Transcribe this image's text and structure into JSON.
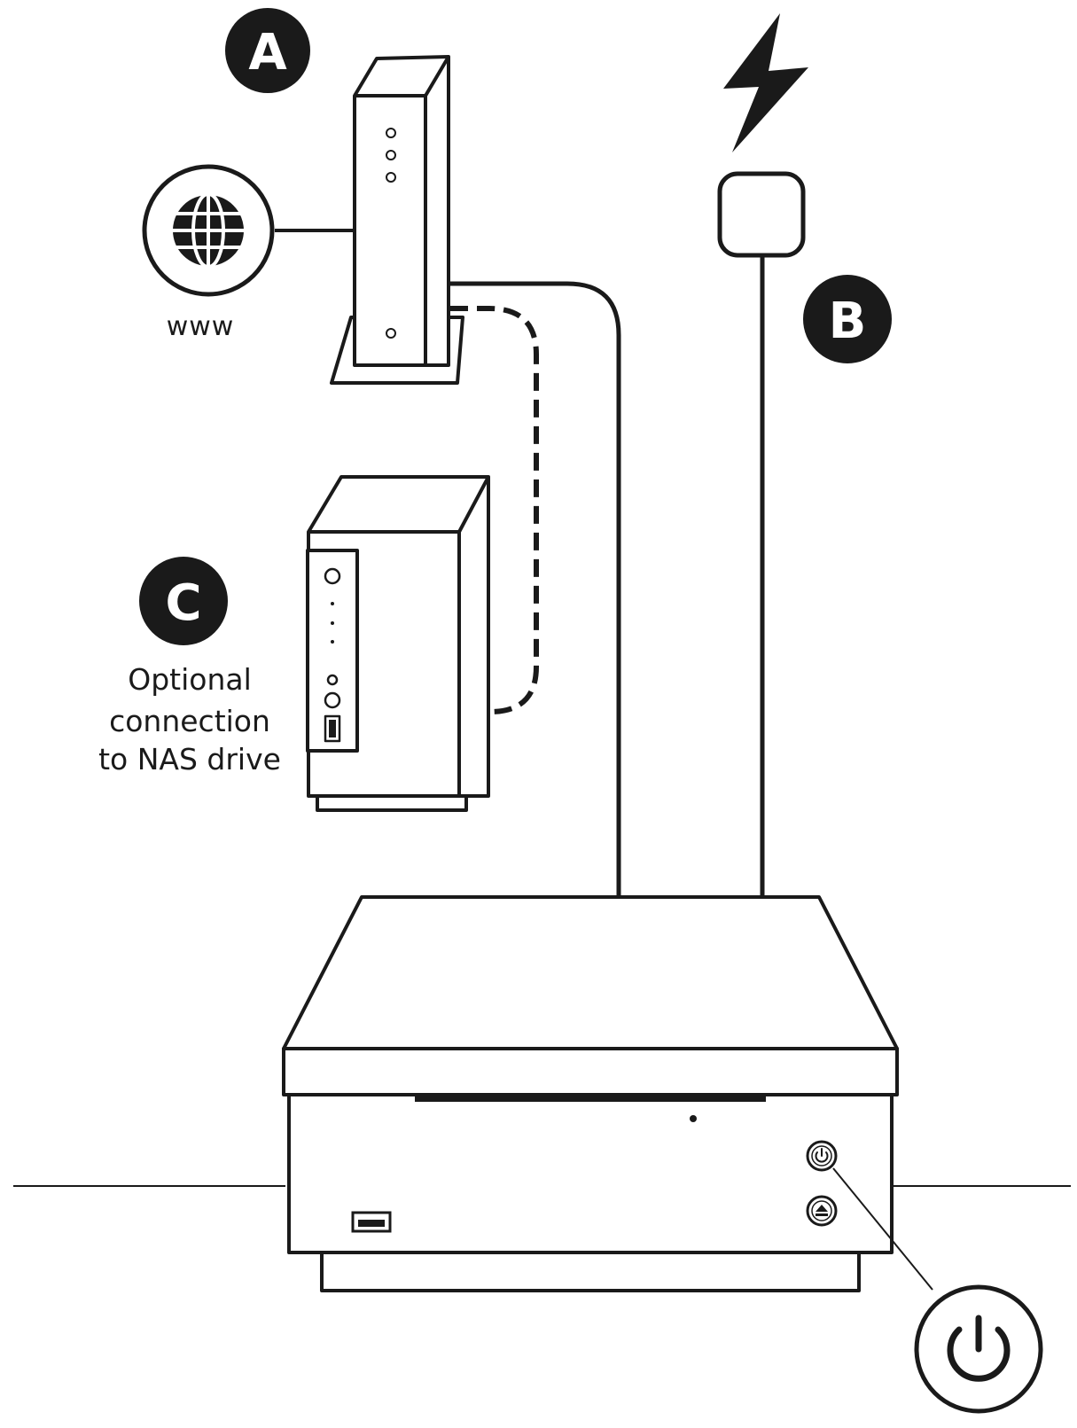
{
  "badges": {
    "a": "A",
    "b": "B",
    "c": "C"
  },
  "labels": {
    "www": "www",
    "nas_line1": "Optional",
    "nas_line2": "connection",
    "nas_line3": "to NAS drive"
  },
  "colors": {
    "ink": "#1a1a1a",
    "paper": "#ffffff"
  },
  "icons": [
    "globe-icon",
    "lightning-bolt-icon",
    "power-icon",
    "eject-icon",
    "usb-port-icon"
  ]
}
